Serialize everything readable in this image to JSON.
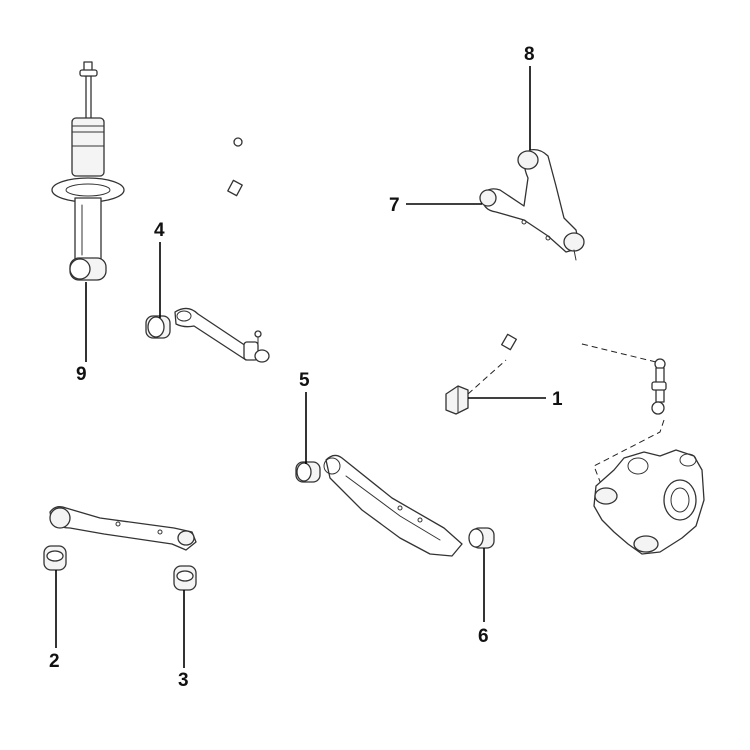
{
  "callouts": {
    "c1": "1",
    "c2": "2",
    "c3": "3",
    "c4": "4",
    "c5": "5",
    "c6": "6",
    "c7": "7",
    "c8": "8",
    "c9": "9"
  },
  "colors": {
    "line": "#333333",
    "background": "#ffffff"
  }
}
